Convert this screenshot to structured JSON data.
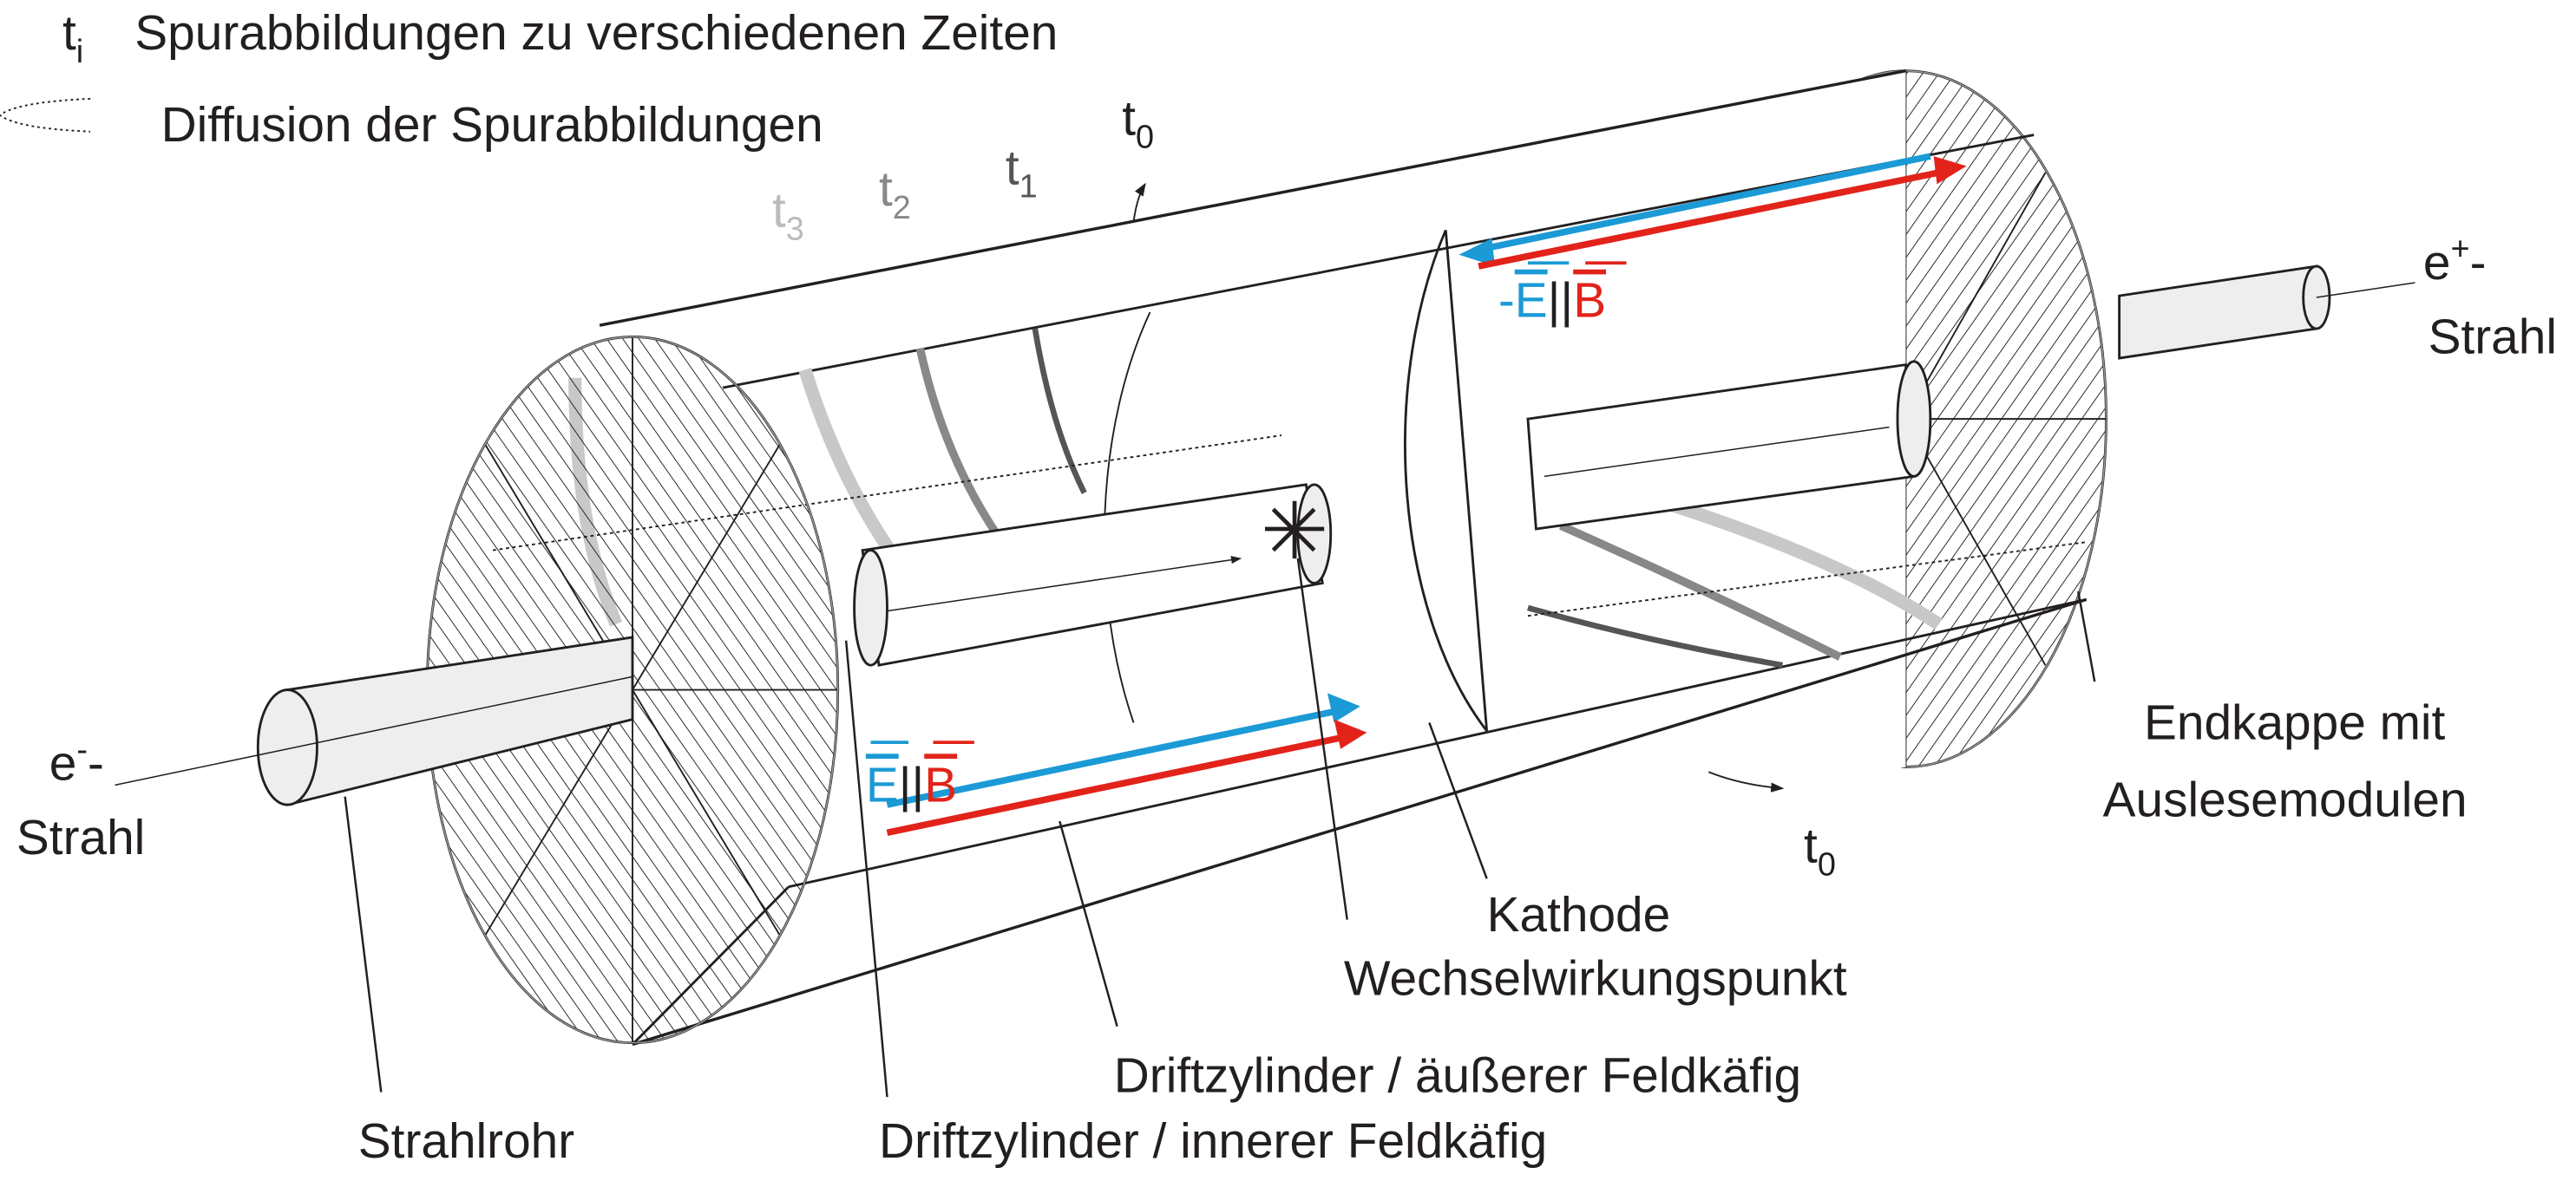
{
  "legend": {
    "track_symbol": "t",
    "track_sub": "i",
    "track_text": "Spurabbildungen zu verschiedenen Zeiten",
    "diffusion_text": "Diffusion der Spurabbildungen"
  },
  "times": [
    {
      "sym": "t",
      "sub": "0",
      "color": "#231f20"
    },
    {
      "sym": "t",
      "sub": "1",
      "color": "#555555"
    },
    {
      "sym": "t",
      "sub": "2",
      "color": "#888888"
    },
    {
      "sym": "t",
      "sub": "3",
      "color": "#bbbbbb"
    }
  ],
  "time_lower": {
    "sym": "t",
    "sub": "0"
  },
  "fields": {
    "lower": {
      "e": "E",
      "sep": "||",
      "b": "B"
    },
    "upper": {
      "minus": "-",
      "e": "E",
      "sep": "||",
      "b": "B"
    }
  },
  "colors": {
    "e_field": "#1b9ad6",
    "b_field": "#e2231a"
  },
  "labels": {
    "e_plus": "e",
    "e_plus_sup": "+",
    "e_plus_dash": "-",
    "strahl_right": "Strahl",
    "e_minus": "e",
    "e_minus_sup": "-",
    "e_minus_dash": "-",
    "strahl_left": "Strahl",
    "endcap_1": "Endkappe mit",
    "endcap_2": "Auslesemodulen",
    "kathode": "Kathode",
    "interaction": "Wechselwirkungspunkt",
    "outer_cage": "Driftzylinder / äußerer Feldkäfig",
    "beampipe": "Strahlrohr",
    "inner_cage": "Driftzylinder / innerer Feldkäfig"
  }
}
